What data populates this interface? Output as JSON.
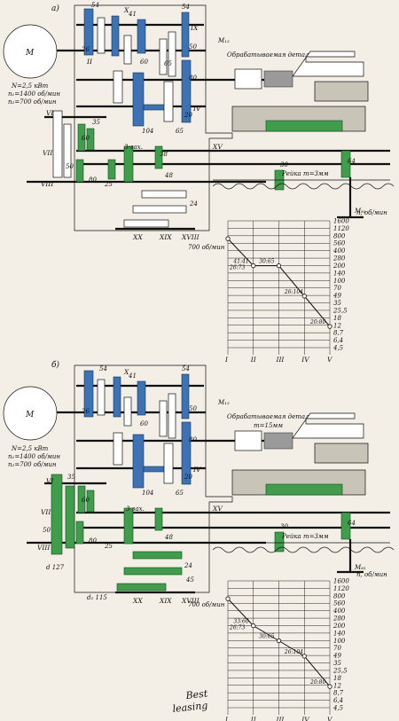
{
  "panel_a": {
    "label": "а)",
    "motor": "M",
    "power": "N=2,5 кВт",
    "n1": "n₁=1400 об/мин",
    "n2": "n₂=700 об/мин",
    "workpiece": "Обрабатываемая деталь",
    "rack": "Рейка  m=3мм",
    "clutch_m_top": "М₁₂",
    "clutch_m_bottom": "М₈₁",
    "three_teeth": "3-зах.",
    "chart_corner_label": "n, об/мин",
    "chart_start_label": "700 об/мин",
    "chart_ratios": [
      "26:73",
      "41:41",
      "30:65",
      "26:104",
      "20:80"
    ]
  },
  "panel_b": {
    "label": "б)",
    "motor": "M",
    "power": "N=2,5 кВт",
    "n1": "n₁=1400 об/мин",
    "n2": "n₂=700 об/мин",
    "workpiece": "Обрабатываемая деталь",
    "module": "m=15мм",
    "rack": "Рейка  m=3мм",
    "clutch_m_top": "М₁₂",
    "clutch_m_bottom": "М₈₁",
    "three_teeth": "3 зах.",
    "gear_d": "d 127",
    "gear_d2": "d₂ 115",
    "chart_corner_label": "n, об/мин",
    "chart_start_label": "700 об/мин",
    "chart_ratios": [
      "26:73",
      "33:60",
      "30:65",
      "26:104",
      "20:80"
    ]
  },
  "speed_scale": [
    "1600",
    "1120",
    "800",
    "560",
    "400",
    "280",
    "200",
    "140",
    "100",
    "70",
    "49",
    "35",
    "25,5",
    "18",
    "12",
    "8,7",
    "6,4",
    "4,5"
  ],
  "shaft_axis": [
    "I",
    "II",
    "III",
    "IV",
    "V"
  ],
  "watermark": [
    "Best",
    "leasing"
  ],
  "colors": {
    "blue": "#3d72b4",
    "green": "#3f9d4c",
    "paper": "#f3efe6"
  },
  "chart_data": [
    {
      "type": "line",
      "title": "",
      "xlabel": "",
      "ylabel": "n, об/мин",
      "categories": [
        "I",
        "II",
        "III",
        "IV",
        "V"
      ],
      "y_scale": "log",
      "ylim": [
        4.5,
        1600
      ],
      "series": [
        {
          "values": [
            700,
            200,
            200,
            49,
            12
          ]
        }
      ],
      "annotations": [
        "700 об/мин",
        "26:73",
        "41:41",
        "30:65",
        "26:104",
        "20:80"
      ]
    },
    {
      "type": "line",
      "title": "",
      "xlabel": "",
      "ylabel": "n, об/мин",
      "categories": [
        "I",
        "II",
        "III",
        "IV",
        "V"
      ],
      "y_scale": "log",
      "ylim": [
        4.5,
        1600
      ],
      "series": [
        {
          "values": [
            700,
            200,
            100,
            49,
            12
          ]
        }
      ],
      "annotations": [
        "700 об/мин",
        "26:73",
        "33:60",
        "30:65",
        "26:104",
        "20:80"
      ]
    }
  ]
}
